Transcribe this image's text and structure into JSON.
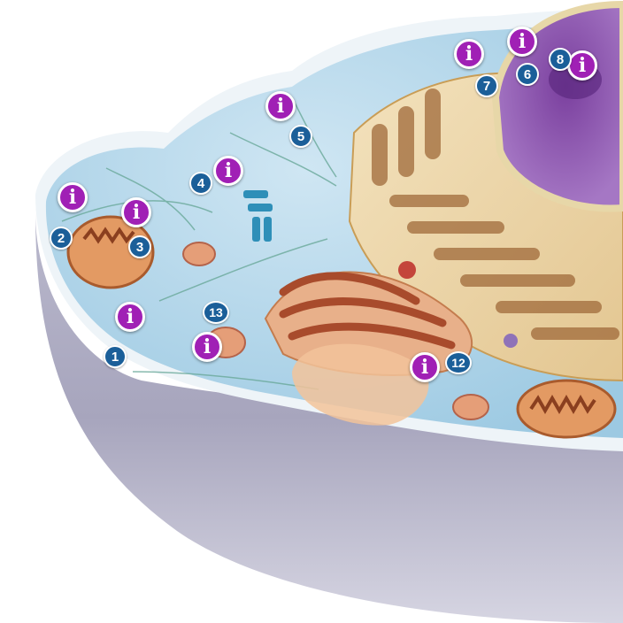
{
  "info_icon_glyph": "i",
  "colors": {
    "info_button": "#a020b5",
    "number_badge": "#1b5f99"
  },
  "labels": [
    {
      "id": "1",
      "text": "1"
    },
    {
      "id": "2",
      "text": "2"
    },
    {
      "id": "3",
      "text": "3"
    },
    {
      "id": "4",
      "text": "4"
    },
    {
      "id": "5",
      "text": "5"
    },
    {
      "id": "6",
      "text": "6"
    },
    {
      "id": "7",
      "text": "7"
    },
    {
      "id": "8",
      "text": "8"
    },
    {
      "id": "12",
      "text": "12"
    },
    {
      "id": "13",
      "text": "13"
    }
  ]
}
